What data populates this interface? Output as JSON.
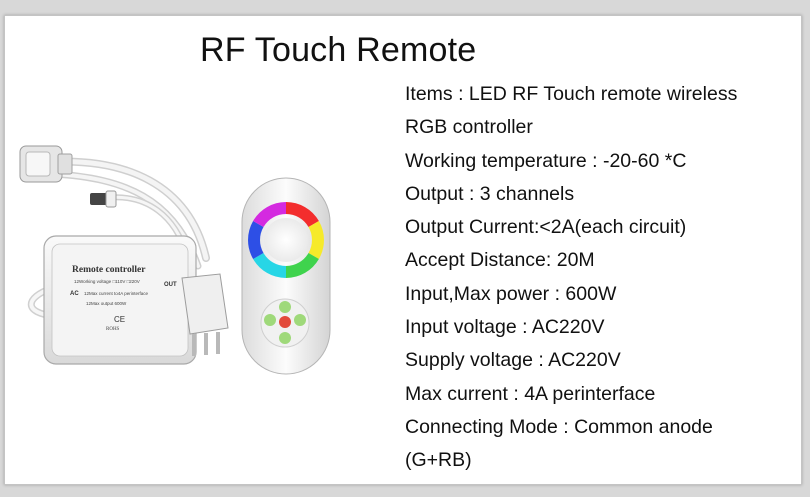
{
  "title": "RF Touch Remote",
  "product_labels": {
    "box_name": "Remote controller",
    "box_voltage": "12Working voltage □110V □220V",
    "box_current": "12Max current to4A perinterface",
    "box_output": "12Max output 600W",
    "box_ac": "AC",
    "box_out": "OUT",
    "box_rohs": "ROHS",
    "box_ce": "CE"
  },
  "specs": [
    "Items : LED RF Touch remote wireless",
    "RGB controller",
    "Working temperature : -20-60 *C",
    "Output : 3 channels",
    "Output Current:<2A(each circuit)",
    "Accept Distance: 20M",
    "Input,Max power : 600W",
    "Input voltage : AC220V",
    "Supply voltage : AC220V",
    "Max current : 4A perinterface",
    "Connecting Mode : Common anode",
    "(G+RB)"
  ]
}
